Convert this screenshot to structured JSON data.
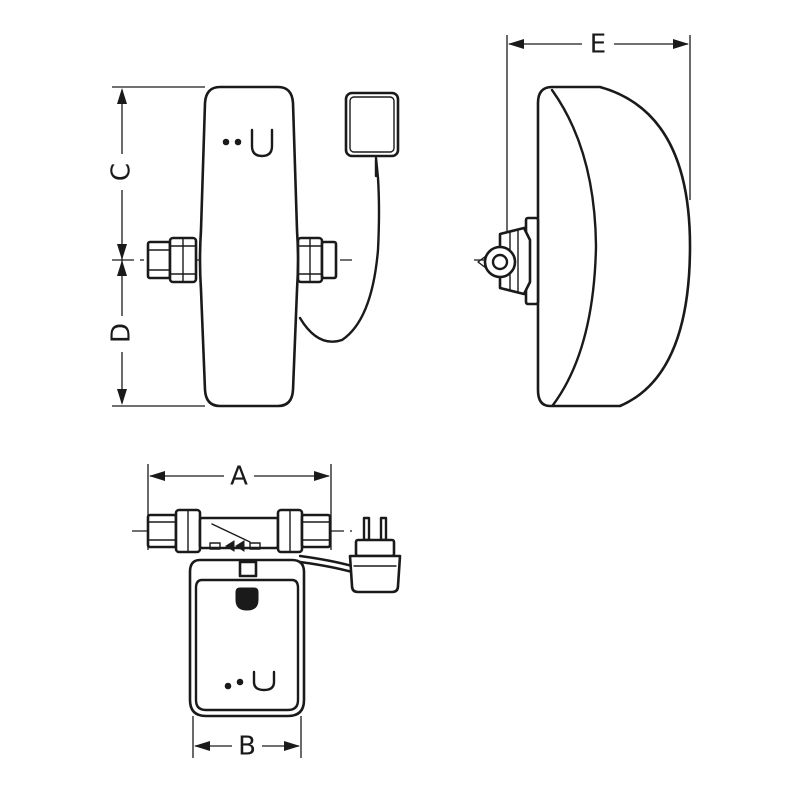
{
  "dimensions": {
    "a": "A",
    "b": "B",
    "c": "C",
    "d": "D",
    "e": "E"
  },
  "colors": {
    "line": "#1a1a1a",
    "background": "#ffffff"
  },
  "icons": {
    "sensor_logo": "sensor-logo-icon",
    "flow_arrow": "flow-arrow-icon"
  }
}
